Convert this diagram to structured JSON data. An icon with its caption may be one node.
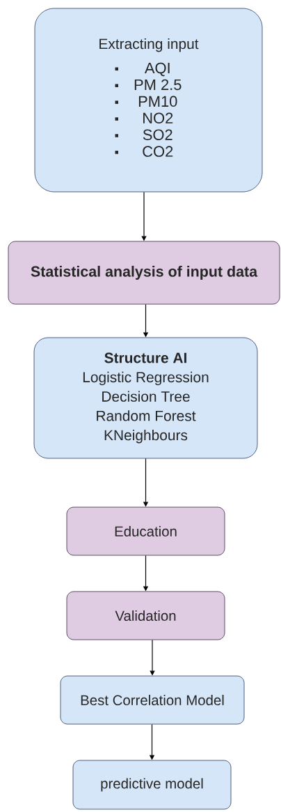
{
  "diagram": {
    "nodes": [
      {
        "text": [
          "Extracting input",
          "AQI",
          "PM 2.5",
          "PM10",
          "NO2",
          "SO2",
          "CO2"
        ]
      },
      {
        "text": [
          "Statistical analysis of input data"
        ]
      },
      {
        "text": [
          "Structure AI",
          "Logistic Regression",
          "Decision Tree",
          "Random Forest",
          "KNeighbours"
        ]
      },
      {
        "text": [
          "Education"
        ]
      },
      {
        "text": [
          "Validation"
        ]
      },
      {
        "text": [
          "Best Correlation Model"
        ]
      },
      {
        "text": [
          "predictive model"
        ]
      }
    ],
    "edges": [
      {
        "from": 0,
        "to": 1,
        "arrow": "to"
      },
      {
        "from": 1,
        "to": 2,
        "arrow": "to"
      },
      {
        "from": 2,
        "to": 3,
        "arrow": "to"
      },
      {
        "from": 3,
        "to": 4,
        "arrow": "to"
      },
      {
        "from": 4,
        "to": 5,
        "arrow": "to"
      },
      {
        "from": 5,
        "to": 6,
        "arrow": "to"
      }
    ]
  }
}
